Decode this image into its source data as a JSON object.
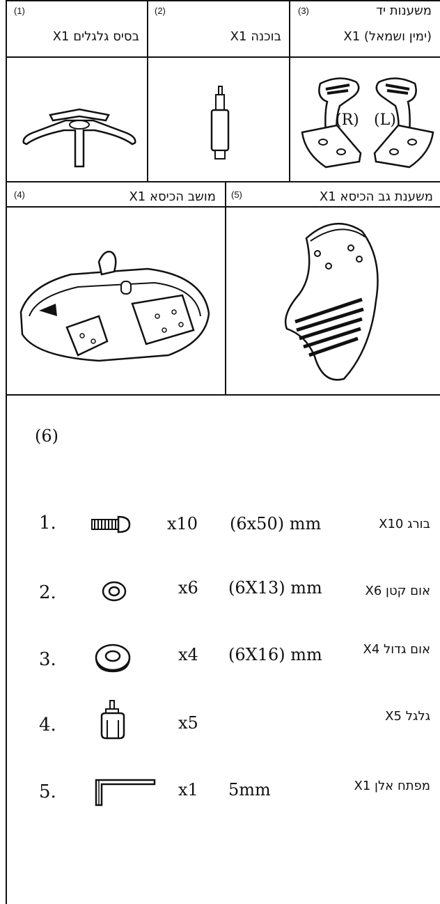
{
  "parts": [
    {
      "num": "(1)",
      "name": "בסיס גלגלים X1",
      "icon": "wheel-base-icon"
    },
    {
      "num": "(2)",
      "name": "בוכנה X1",
      "icon": "gas-cylinder-icon"
    },
    {
      "num": "(3)",
      "name_line1": "משענות יד",
      "name_line2": "(ימין ושמאל) X1",
      "icon": "armrests-icon",
      "label_r": "(R)",
      "label_l": "(L)"
    },
    {
      "num": "(4)",
      "name": "מושב הכיסא X1",
      "icon": "seat-icon"
    },
    {
      "num": "(5)",
      "name": "משענת גב הכיסא X1",
      "icon": "backrest-icon"
    }
  ],
  "hardware": {
    "num": "(6)",
    "items": [
      {
        "index": "1.",
        "qty": "x10",
        "size": "(6x50) mm",
        "name": "בורג X10",
        "icon": "bolt-icon"
      },
      {
        "index": "2.",
        "qty": "x6",
        "size": "(6X13) mm",
        "name": "אום קטן X6",
        "icon": "small-washer-icon"
      },
      {
        "index": "3.",
        "qty": "x4",
        "size": "(6X16) mm",
        "name": "אום גדול X4",
        "icon": "large-washer-icon"
      },
      {
        "index": "4.",
        "qty": "x5",
        "size": "",
        "name": "גלגל X5",
        "icon": "caster-wheel-icon"
      },
      {
        "index": "5.",
        "qty": "x1",
        "size": "5mm",
        "name": "מפתח אלן X1",
        "icon": "allen-key-icon"
      }
    ]
  }
}
